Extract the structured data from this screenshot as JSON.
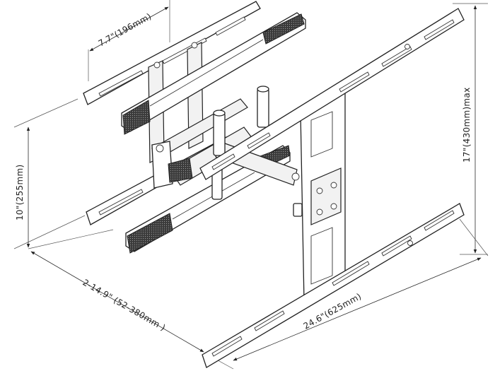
{
  "dimensions": {
    "top_width": "7.7\"(196mm)",
    "height_max": "17\"(430mm)max",
    "left_height": "10\"(255mm)",
    "extension": "2-14.9\" (52-380mm  )",
    "bottom_width": "24.6\"(625mm)"
  },
  "colors": {
    "line": "#2a2a2a",
    "mesh": "#3a3a3a",
    "background": "#ffffff"
  }
}
